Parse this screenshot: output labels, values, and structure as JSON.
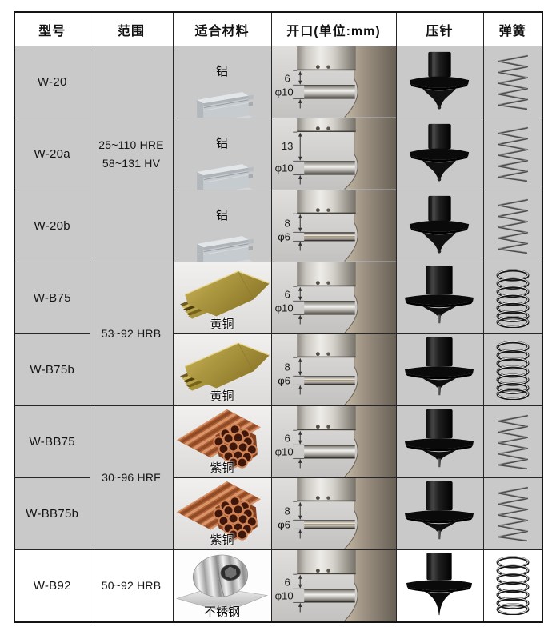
{
  "page": {
    "background": "#ffffff"
  },
  "table": {
    "headers": [
      "型号",
      "范围",
      "适合材料",
      "开口(单位:mm)",
      "压针",
      "弹簧"
    ],
    "rows": [
      {
        "model": "W-20",
        "material": "铝",
        "opening": {
          "gap": "6",
          "dia": "φ10"
        },
        "needle_type": "round-tip",
        "spring_type": "thin-coil"
      },
      {
        "model": "W-20a",
        "material": "铝",
        "opening": {
          "gap": "13",
          "dia": "φ10"
        },
        "needle_type": "round-tip",
        "spring_type": "thin-coil"
      },
      {
        "model": "W-20b",
        "material": "铝",
        "opening": {
          "gap": "8",
          "dia": "φ6"
        },
        "needle_type": "round-tip",
        "spring_type": "thin-coil"
      },
      {
        "model": "W-B75",
        "material": "黄铜",
        "opening": {
          "gap": "6",
          "dia": "φ10"
        },
        "needle_type": "pin-tip",
        "spring_type": "heavy-coil"
      },
      {
        "model": "W-B75b",
        "material": "黄铜",
        "opening": {
          "gap": "8",
          "dia": "φ6"
        },
        "needle_type": "pin-tip",
        "spring_type": "heavy-coil"
      },
      {
        "model": "W-BB75",
        "material": "紫铜",
        "opening": {
          "gap": "6",
          "dia": "φ10"
        },
        "needle_type": "pin-tip",
        "spring_type": "thin-coil"
      },
      {
        "model": "W-BB75b",
        "material": "紫铜",
        "opening": {
          "gap": "8",
          "dia": "φ6"
        },
        "needle_type": "pin-tip",
        "spring_type": "thin-coil"
      },
      {
        "model": "W-B92",
        "material": "不锈钢",
        "opening": {
          "gap": "6",
          "dia": "φ10"
        },
        "needle_type": "sharp-cone",
        "spring_type": "heavy-coil"
      }
    ],
    "ranges": [
      {
        "line1": "25~110 HRE",
        "line2": "58~131 HV",
        "rows": "W-20, W-20a, W-20b"
      },
      {
        "line1": "53~92 HRB",
        "rows": "W-B75, W-B75b"
      },
      {
        "line1": "30~96 HRF",
        "rows": "W-BB75, W-BB75b"
      },
      {
        "line1": "50~92 HRB",
        "rows": "W-B92"
      }
    ],
    "colors": {
      "cell_gray": "#c9c9c9",
      "last_row_white": "#ffffff",
      "border": "#262626",
      "header_text": "#111111"
    }
  }
}
